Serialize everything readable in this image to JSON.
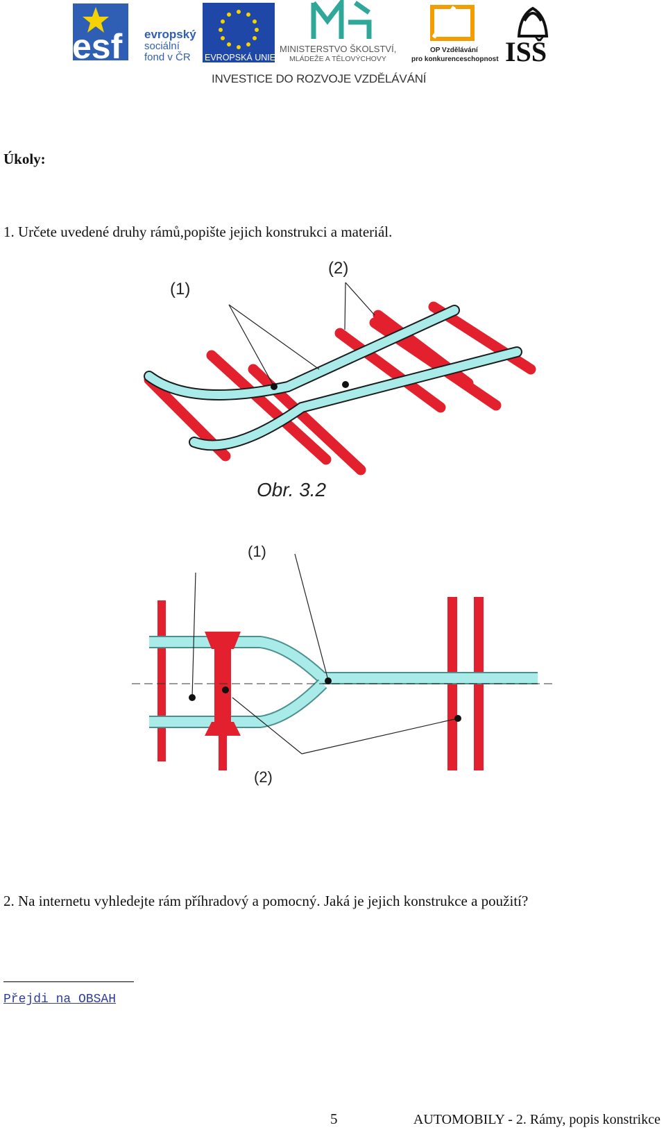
{
  "header": {
    "esf_line1": "evropský",
    "esf_line2": "sociální",
    "esf_line3": "fond v ČR",
    "esf_letters": "esf",
    "eu_label": "EVROPSKÁ UNIE",
    "msmt_line1": "MINISTERSTVO ŠKOLSTVÍ,",
    "msmt_line2": "MLÁDEŽE A TĚLOVÝCHOVY",
    "op_line1": "OP Vzdělávání",
    "op_line2": "pro konkurenceschopnost",
    "iss_label": "ISŠ",
    "tagline": "INVESTICE DO ROZVOJE VZDĚLÁVÁNÍ"
  },
  "content": {
    "heading": "Úkoly:",
    "task1": "1. Určete uvedené druhy rámů,popište jejich konstrukci a materiál.",
    "figure1": {
      "label1": "(1)",
      "label2": "(2)",
      "caption": "Obr. 3.2"
    },
    "figure2": {
      "label1": "(1)",
      "label2": "(2)"
    },
    "task2": "2. Na internetu vyhledejte rám příhradový a pomocný. Jaká je jejich konstrukce a použití?"
  },
  "nav": {
    "link_label": "Přejdi na OBSAH"
  },
  "footer": {
    "page_number": "5",
    "title": "AUTOMOBILY - 2. Rámy, popis konstrikce"
  },
  "colors": {
    "frame": "#a9ebe9",
    "crossmember": "#e3202d",
    "esf_blue": "#2f5fb4",
    "eu_blue": "#1f47a8"
  }
}
